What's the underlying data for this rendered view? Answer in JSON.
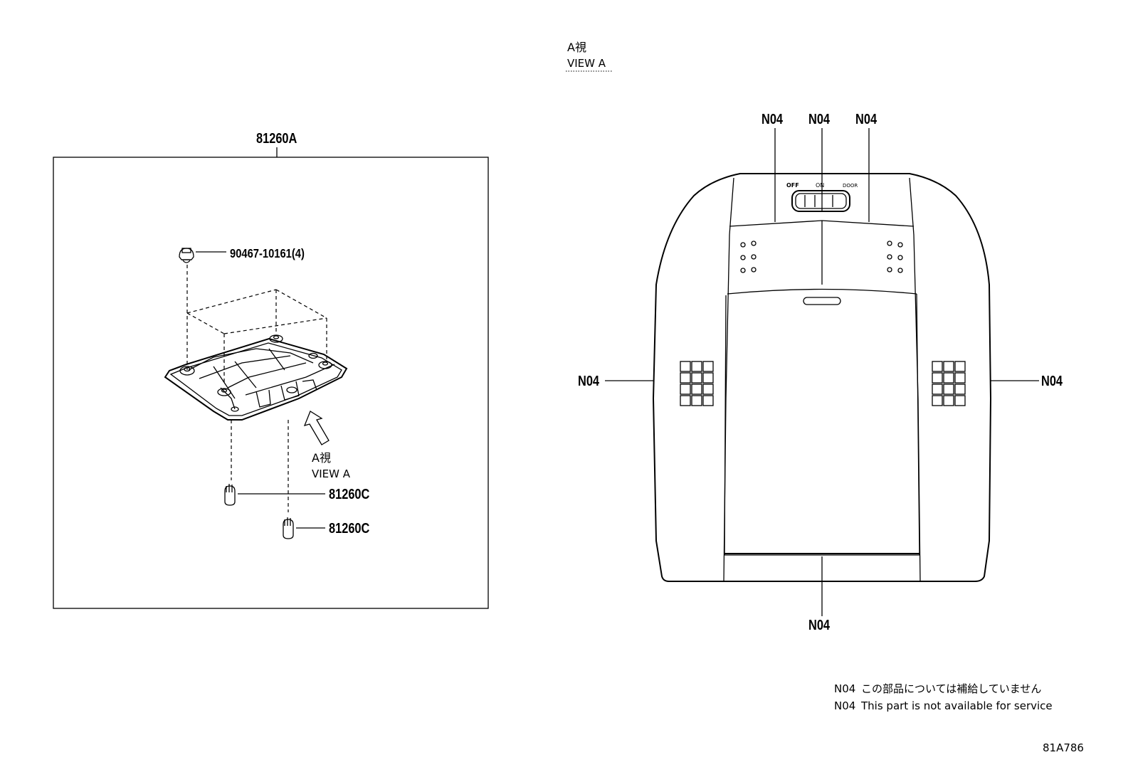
{
  "view_heading": {
    "jp": "A視",
    "en": "VIEW A"
  },
  "parts": {
    "assembly": "81260A",
    "clip": "90467-10161(4)",
    "bulb_1": "81260C",
    "bulb_2": "81260C"
  },
  "arrow_label": {
    "jp": "A視",
    "en": "VIEW A"
  },
  "switch_labels": {
    "off": "OFF",
    "on": "ON",
    "door": "DOOR"
  },
  "callouts": {
    "top_left": "N04",
    "top_center": "N04",
    "top_right": "N04",
    "left": "N04",
    "right": "N04",
    "bottom": "N04"
  },
  "notes": {
    "jp_code": "N04",
    "jp_text": "この部品については補給していません",
    "en_code": "N04",
    "en_text": "This part is not available for service"
  },
  "diagram_id": "81A786"
}
